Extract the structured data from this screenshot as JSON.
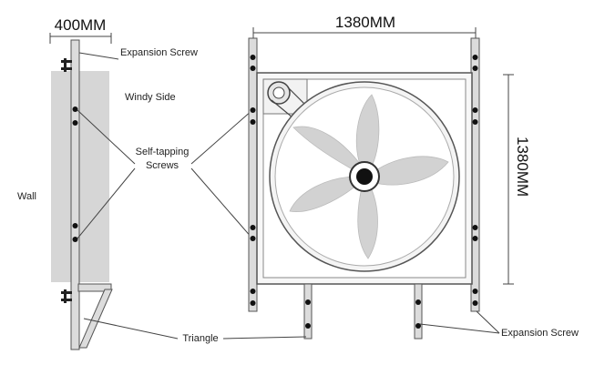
{
  "dimensions": {
    "wall_depth": "400MM",
    "width": "1380MM",
    "height": "1380MM"
  },
  "labels": {
    "expansion_screw_top": "Expansion Screw",
    "windy_side": "Windy Side",
    "self_tapping_line1": "Self-tapping",
    "self_tapping_line2": "Screws",
    "wall": "Wall",
    "triangle": "Triangle",
    "expansion_screw_bottom": "Expansion Screw"
  }
}
